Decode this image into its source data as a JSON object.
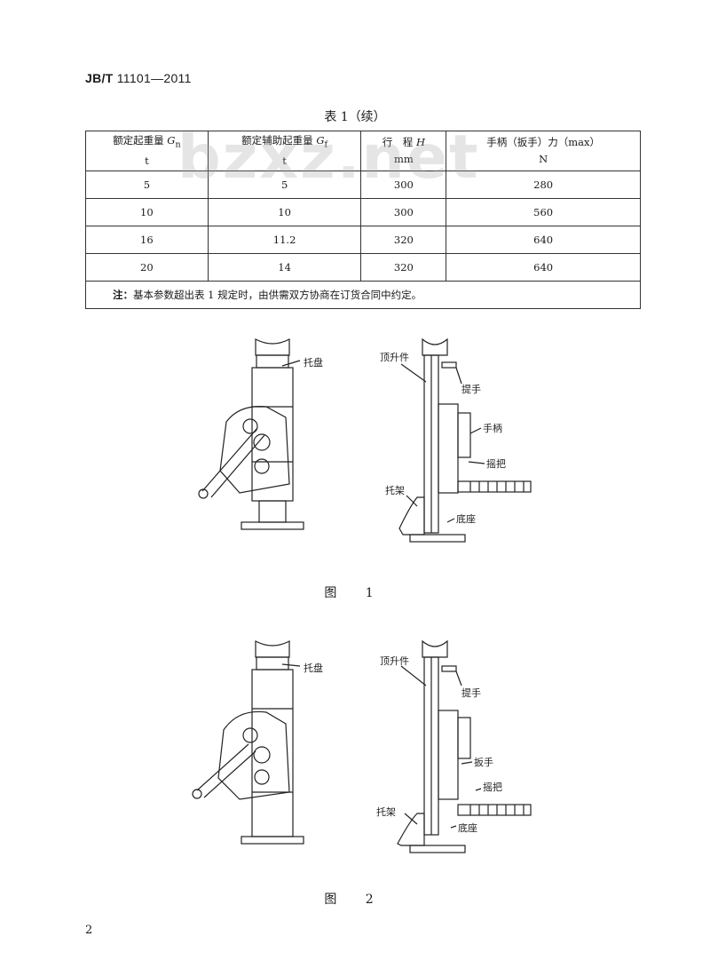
{
  "header": {
    "std_prefix": "JB/T",
    "std_number": " 11101—2011"
  },
  "table": {
    "caption": "表 1（续）",
    "headers": [
      {
        "name": "额定起重量 ",
        "sym": "G",
        "sub": "n",
        "unit": "t"
      },
      {
        "name": "额定辅助起重量 ",
        "sym": "G",
        "sub": "f",
        "unit": "t"
      },
      {
        "name": "行　程 ",
        "sym": "H",
        "sub": "",
        "unit": "mm"
      },
      {
        "name": "手柄（扳手）力（max）",
        "sym": "",
        "sub": "",
        "unit": "N"
      }
    ],
    "rows": [
      [
        "5",
        "5",
        "300",
        "280"
      ],
      [
        "10",
        "10",
        "300",
        "560"
      ],
      [
        "16",
        "11.2",
        "320",
        "640"
      ],
      [
        "20",
        "14",
        "320",
        "640"
      ]
    ],
    "note_label": "注：",
    "note_text": "基本参数超出表 1 规定时，由供需双方协商在订货合同中约定。"
  },
  "watermark": "bzxz.net",
  "figure1": {
    "caption": "图 1",
    "labels": {
      "tray": "托盘",
      "top_part": "顶升件",
      "lift_handle": "提手",
      "hand_lever": "手柄",
      "crank": "摇把",
      "bracket": "托架",
      "base": "底座"
    }
  },
  "figure2": {
    "caption": "图 2",
    "labels": {
      "tray": "托盘",
      "top_part": "顶升件",
      "lift_handle": "提手",
      "wrench": "扳手",
      "crank": "摇把",
      "bracket": "托架",
      "base": "底座"
    }
  },
  "page_number": "2"
}
